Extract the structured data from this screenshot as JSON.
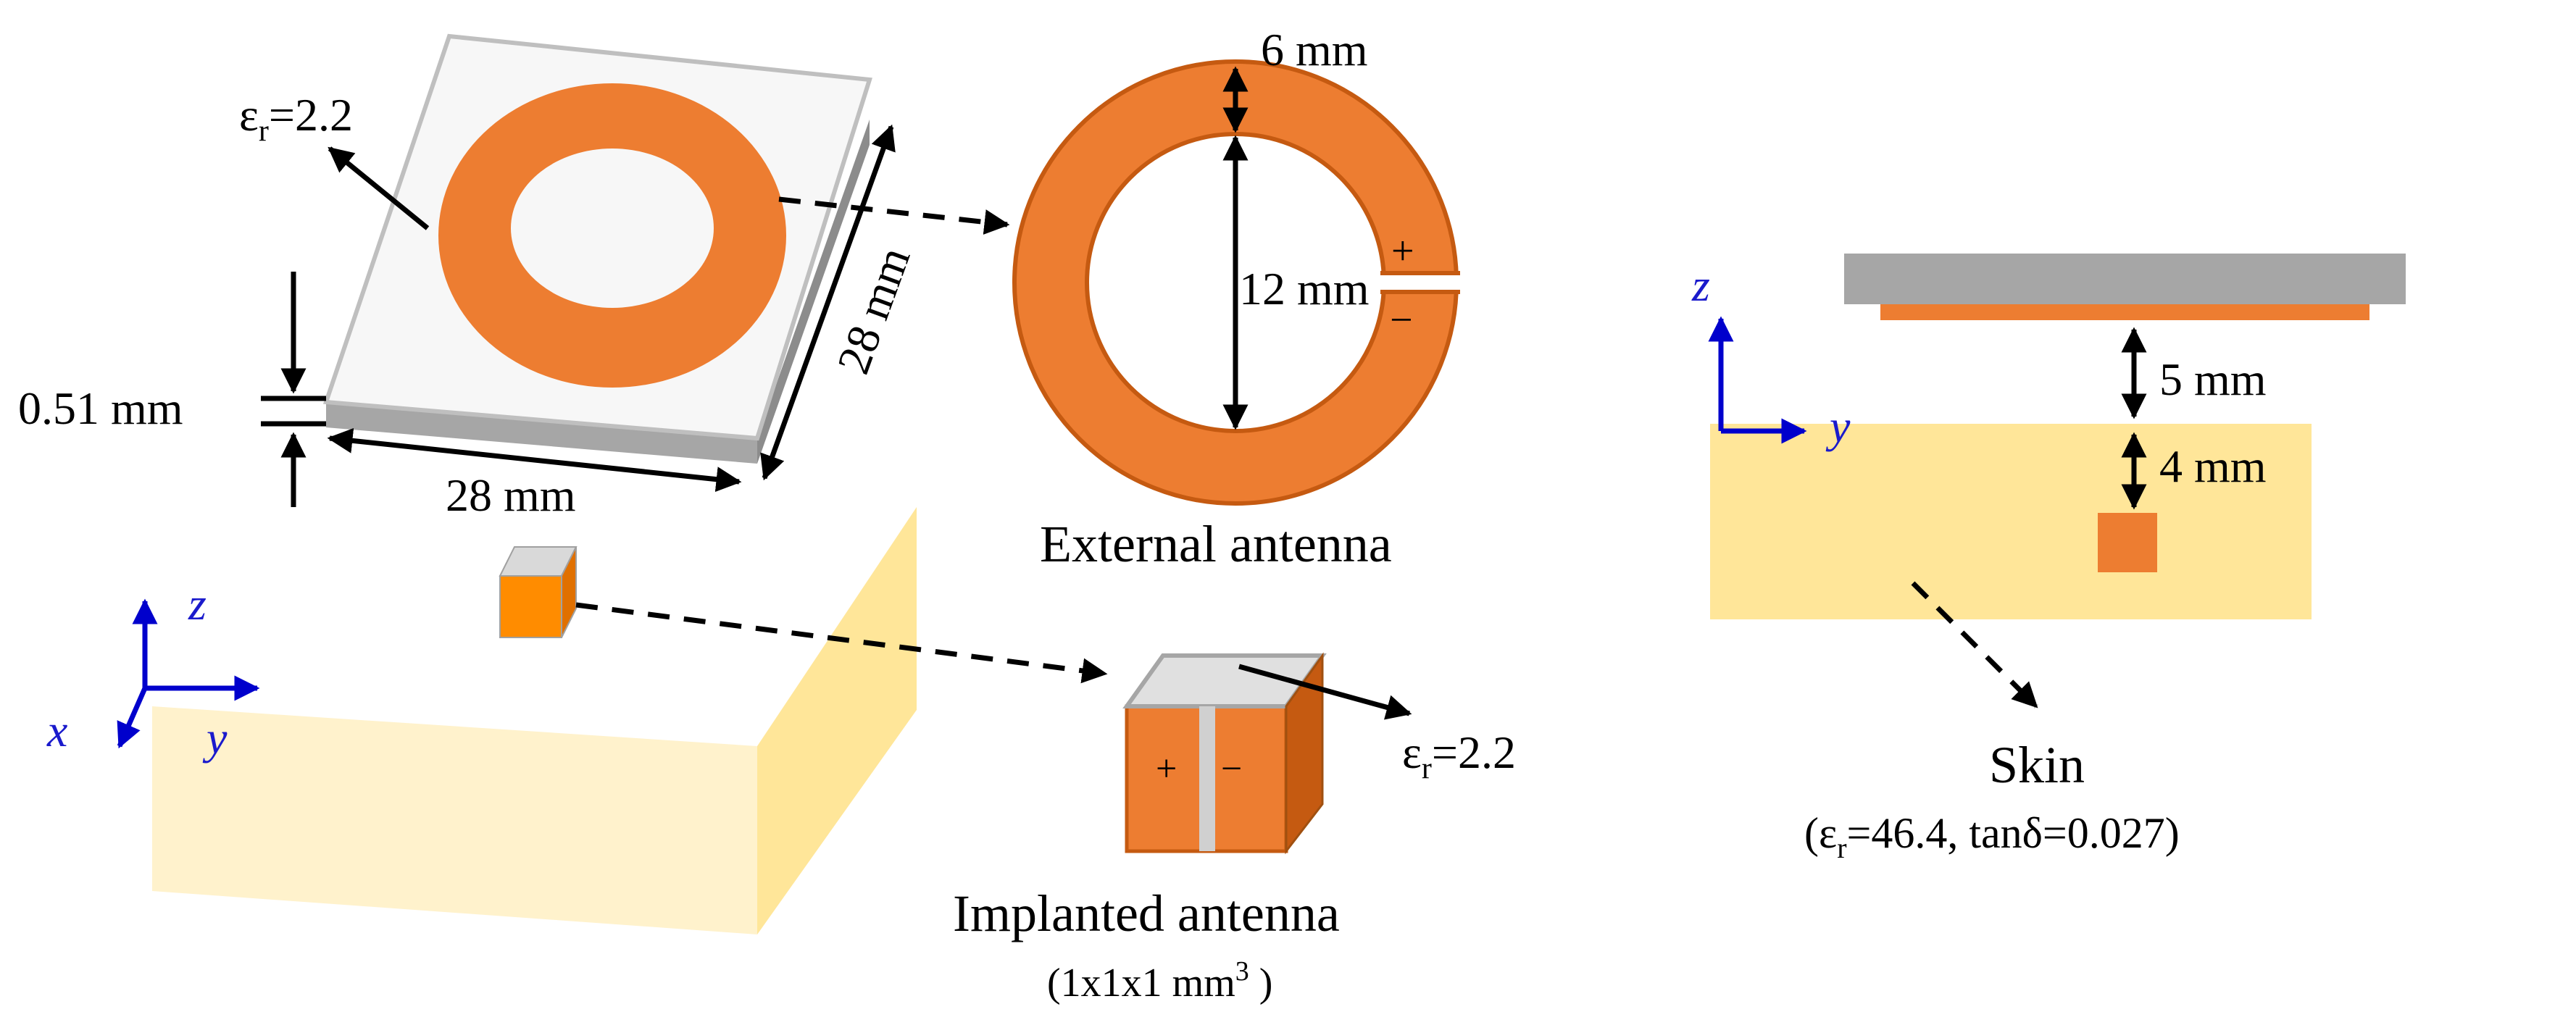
{
  "colors": {
    "copper": "#ED7D31",
    "copper_dark": "#C55A11",
    "copper_side": "#D9691F",
    "substrate_top": "#F2F2F2",
    "substrate_edge": "#A6A6A6",
    "skin": "#FFE699",
    "skin_light": "#FFF2CC",
    "axis": "#0000CC",
    "orange_cube": "#FF8C00"
  },
  "left_view": {
    "substrate_eps": "ε",
    "substrate_eps_sub": "r",
    "substrate_eps_value": "=2.2",
    "thickness": "0.51 mm",
    "width_x": "28 mm",
    "width_y": "28 mm",
    "axes": {
      "z": "z",
      "x": "x",
      "y": "y"
    }
  },
  "external_antenna": {
    "outer_label": "6 mm",
    "inner_label": "12 mm",
    "plus": "+",
    "minus": "−",
    "caption": "External  antenna"
  },
  "implanted_antenna": {
    "eps": "ε",
    "eps_sub": "r",
    "eps_value": "=2.2",
    "plus": "+",
    "minus": "−",
    "caption": "Implanted  antenna",
    "size_open": "(1x1x1  mm",
    "size_sup": "3",
    "size_close": " )"
  },
  "right_view": {
    "axes": {
      "z": "z",
      "y": "y"
    },
    "gap_label": "5 mm",
    "depth_label": "4 mm",
    "skin_label": "Skin",
    "skin_props_open": "(ε",
    "skin_props_sub": "r",
    "skin_props_rest": "=46.4,  tanδ=0.027)"
  }
}
